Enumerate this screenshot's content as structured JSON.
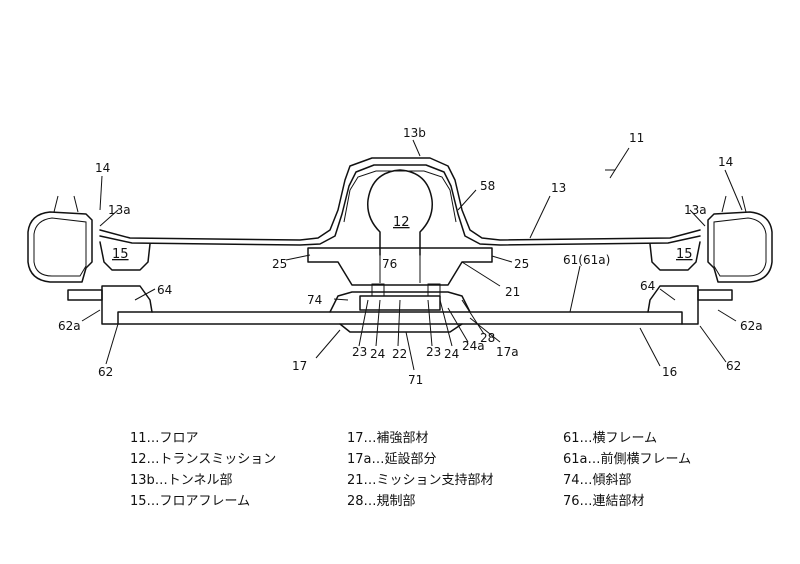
{
  "callouts": {
    "c11": "11",
    "c13b": "13b",
    "c14_left": "14",
    "c14_right": "14",
    "c13a_left": "13a",
    "c13a_right": "13a",
    "c13": "13",
    "c58": "58",
    "c12": "12",
    "c15_left": "15",
    "c15_right": "15",
    "c25_left": "25",
    "c25_right": "25",
    "c76": "76",
    "c61": "61(61a)",
    "c21": "21",
    "c64_left": "64",
    "c64_right": "64",
    "c74": "74",
    "c28": "28",
    "c62a_left": "62a",
    "c62a_right": "62a",
    "c24a": "24a",
    "c17a": "17a",
    "c62_left": "62",
    "c62_right": "62",
    "c17": "17",
    "c16": "16",
    "c23_left": "23",
    "c24_left": "24",
    "c22": "22",
    "c23_right": "23",
    "c24_right": "24",
    "c71": "71"
  },
  "legend": {
    "col1": [
      "11…フロア",
      "12…トランスミッション",
      "13b…トンネル部",
      "15…フロアフレーム"
    ],
    "col2": [
      "17…補強部材",
      "17a…延設部分",
      "21…ミッション支持部材",
      "28…規制部"
    ],
    "col3": [
      "61…横フレーム",
      "61a…前側横フレーム",
      "74…傾斜部",
      "76…連結部材"
    ]
  }
}
